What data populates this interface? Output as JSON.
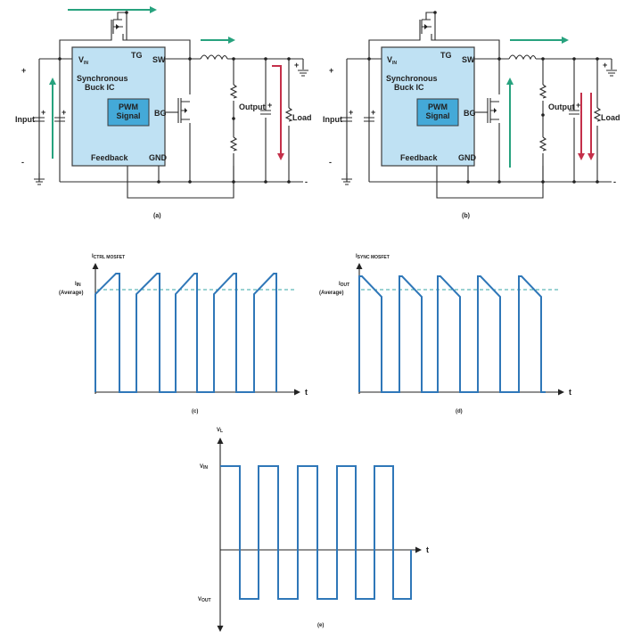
{
  "colors": {
    "ic_fill": "#bfe1f3",
    "ic_stroke": "#3c3c3c",
    "pwm_fill": "#44a9d8",
    "wave": "#2f77b8",
    "avg_line": "#35a6a6",
    "arrow_green": "#27a27e",
    "arrow_red": "#c4304a"
  },
  "circuit_a": {
    "caption": "(a)",
    "vin": "V",
    "vin_sub": "IN",
    "tg": "TG",
    "sw": "SW",
    "ic_title_1": "Synchronous",
    "ic_title_2": "Buck IC",
    "pwm_1": "PWM",
    "pwm_2": "Signal",
    "bg": "BG",
    "feedback": "Feedback",
    "gnd": "GND",
    "input": "Input",
    "output": "Output",
    "load": "Load",
    "plus1": "+",
    "plus2": "+",
    "plus3": "+",
    "plus4": "+",
    "plus5": "+",
    "minus1": "-",
    "minus2": "-"
  },
  "circuit_b": {
    "caption": "(b)",
    "vin": "V",
    "vin_sub": "IN",
    "tg": "TG",
    "sw": "SW",
    "ic_title_1": "Synchronous",
    "ic_title_2": "Buck IC",
    "pwm_1": "PWM",
    "pwm_2": "Signal",
    "bg": "BG",
    "feedback": "Feedback",
    "gnd": "GND",
    "input": "Input",
    "output": "Output",
    "load": "Load",
    "plus1": "+",
    "plus2": "+",
    "plus3": "+",
    "plus4": "+",
    "plus5": "+",
    "minus1": "-",
    "minus2": "-"
  },
  "wave_c": {
    "caption": "(c)",
    "ylabel": "I",
    "ylabel_sub": "CTRL MOSFET",
    "avg_label": "I",
    "avg_label_sub": "IN",
    "avg_paren": "(Average)",
    "xlabel": "t"
  },
  "wave_d": {
    "caption": "(d)",
    "ylabel": "I",
    "ylabel_sub": "SYNC MOSFET",
    "avg_label": "I",
    "avg_label_sub": "OUT",
    "avg_paren": "(Average)",
    "xlabel": "t"
  },
  "wave_e": {
    "caption": "(e)",
    "ylabel": "V",
    "ylabel_sub": "L",
    "high_label": "V",
    "high_label_sub": "IN",
    "low_label": "V",
    "low_label_sub": "OUT",
    "xlabel": "t"
  }
}
